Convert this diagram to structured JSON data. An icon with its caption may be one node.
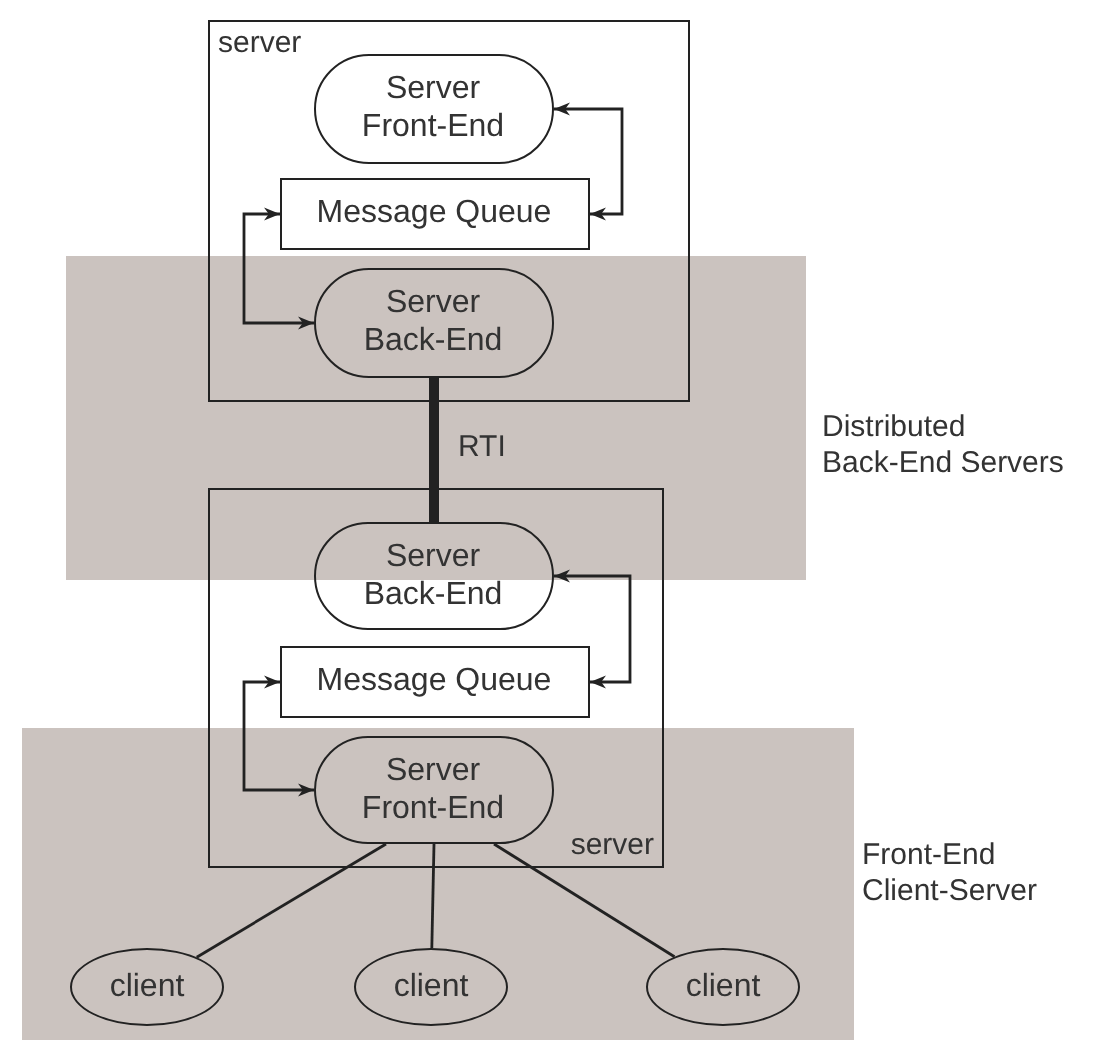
{
  "diagram": {
    "nodes": [
      {
        "text": [
          "server"
        ]
      },
      {
        "text": [
          "Server Front-End"
        ],
        "in": 0
      },
      {
        "text": [
          "Message Queue"
        ],
        "in": 0
      },
      {
        "text": [
          "Server Back-End"
        ],
        "in": 0
      },
      {
        "text": [
          "server"
        ]
      },
      {
        "text": [
          "Server Back-End"
        ],
        "in": 4
      },
      {
        "text": [
          "Message Queue"
        ],
        "in": 4
      },
      {
        "text": [
          "Server Front-End"
        ],
        "in": 4
      },
      {
        "text": [
          "client"
        ]
      },
      {
        "text": [
          "client"
        ]
      },
      {
        "text": [
          "client"
        ]
      }
    ],
    "edges": [
      {
        "from": 1,
        "to": 2,
        "arrow": "both"
      },
      {
        "from": 2,
        "to": 3,
        "arrow": "both"
      },
      {
        "from": 3,
        "to": 5,
        "arrow": "none",
        "label": "RTI",
        "style": "thick"
      },
      {
        "from": 5,
        "to": 6,
        "arrow": "both"
      },
      {
        "from": 6,
        "to": 7,
        "arrow": "both"
      },
      {
        "from": 7,
        "to": 8,
        "arrow": "none"
      },
      {
        "from": 7,
        "to": 9,
        "arrow": "none"
      },
      {
        "from": 7,
        "to": 10,
        "arrow": "none"
      }
    ],
    "labels": [
      "Distributed Back-End Servers",
      "Front-End Client-Server"
    ]
  }
}
